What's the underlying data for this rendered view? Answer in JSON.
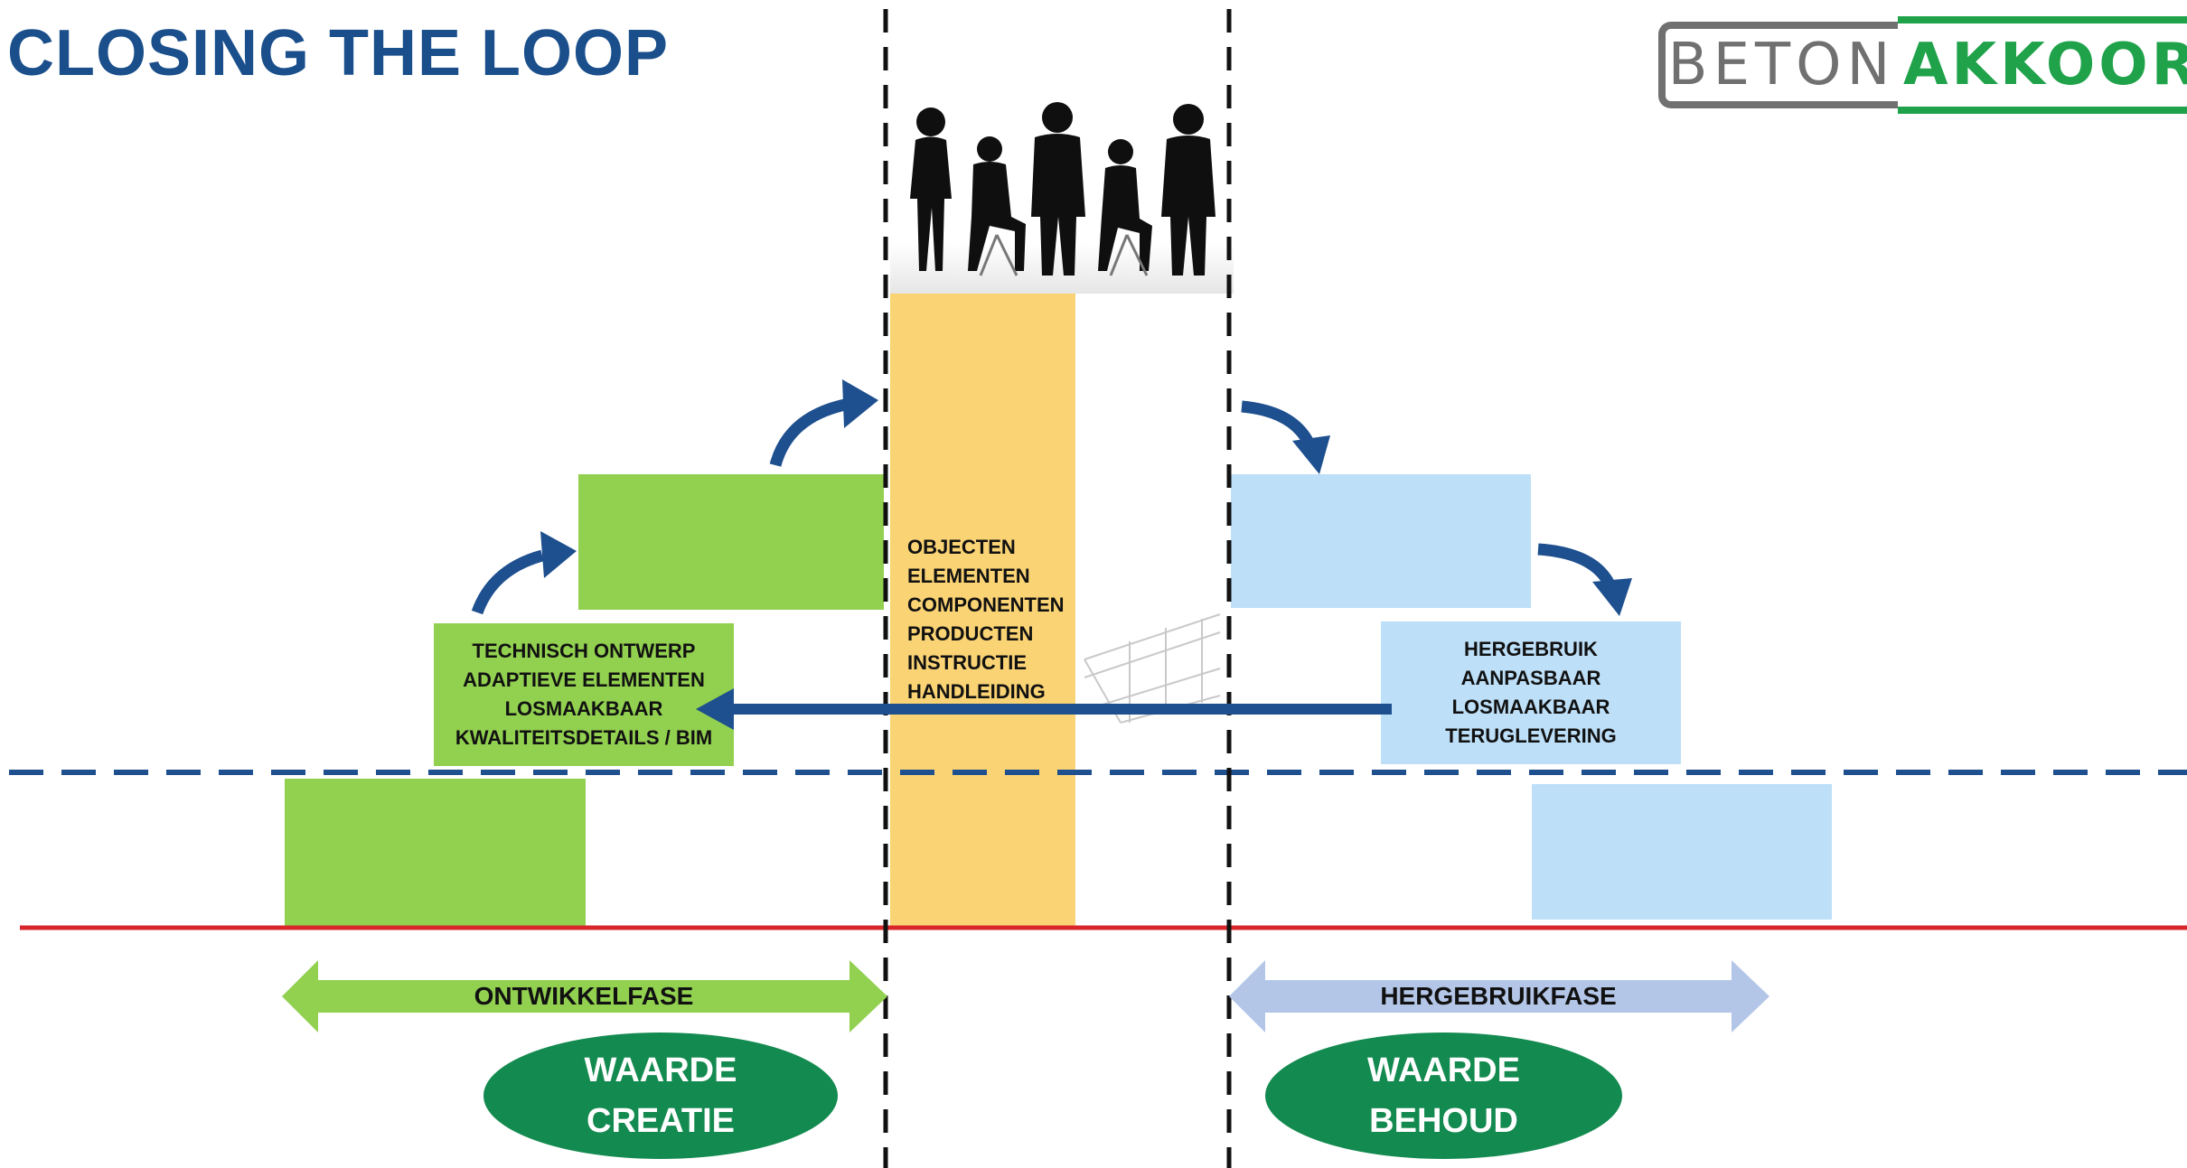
{
  "title": "CLOSING THE LOOP",
  "logo": {
    "part1": "BETON",
    "part2": "AKKOORD"
  },
  "colors": {
    "title": "#1a4f8b",
    "green_box": "#92d050",
    "blue_box": "#bddff8",
    "yellow_column": "#fad374",
    "arrow_dark_blue": "#1e4f8e",
    "dashed_divider": "#1e4f8e",
    "baseline_red": "#d9262b",
    "ellipse_green": "#138a4f"
  },
  "left_box_text": [
    "TECHNISCH ONTWERP",
    "ADAPTIEVE ELEMENTEN",
    "LOSMAAKBAAR",
    "KWALITEITSDETAILS / BIM"
  ],
  "center_column_text": [
    "OBJECTEN",
    "ELEMENTEN",
    "COMPONENTEN",
    "PRODUCTEN",
    "INSTRUCTIE",
    "HANDLEIDING"
  ],
  "right_box_text": [
    "HERGEBRUIK",
    "AANPASBAAR",
    "LOSMAAKBAAR",
    "TERUGLEVERING"
  ],
  "phases": {
    "left": "ONTWIKKELFASE",
    "right": "HERGEBRUIKFASE"
  },
  "value_left": [
    "WAARDE",
    "CREATIE"
  ],
  "value_right": [
    "WAARDE",
    "BEHOUD"
  ],
  "icons": [
    "business-people-silhouette-icon",
    "structure-sketch-icon"
  ]
}
